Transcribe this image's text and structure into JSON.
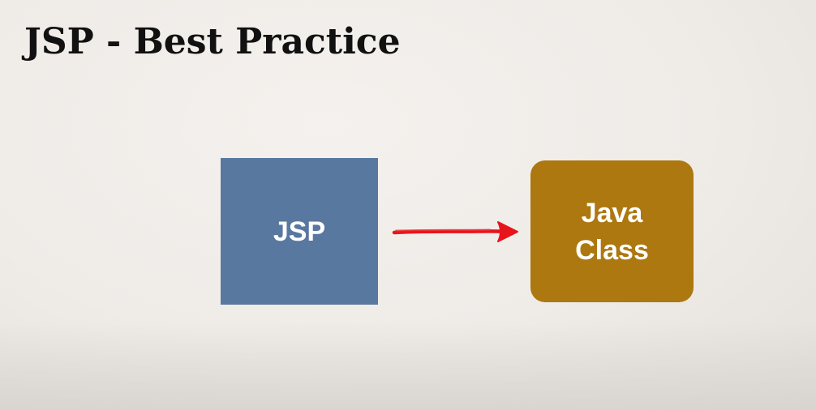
{
  "slide": {
    "title": "JSP - Best Practice"
  },
  "diagram": {
    "nodes": [
      {
        "id": "jsp",
        "label": "JSP",
        "color": "#5978a0",
        "shape": "square"
      },
      {
        "id": "java-class",
        "label": "Java\nClass",
        "color": "#ac780f",
        "shape": "rounded-square"
      }
    ],
    "edges": [
      {
        "from": "jsp",
        "to": "java-class",
        "color": "#e8141b",
        "style": "hand-drawn-arrow"
      }
    ]
  }
}
